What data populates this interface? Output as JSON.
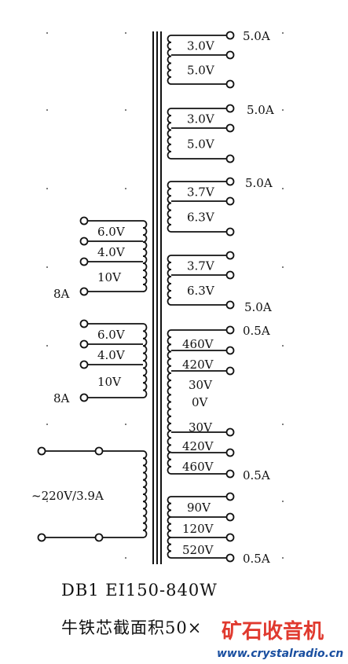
{
  "secondary_windings": [
    {
      "labels": [
        "3.0V",
        "5.0V"
      ],
      "current": "5.0A"
    },
    {
      "labels": [
        "3.0V",
        "5.0V"
      ],
      "current": "5.0A"
    },
    {
      "labels": [
        "3.7V",
        "6.3V"
      ],
      "current": "5.0A"
    },
    {
      "labels": [
        "3.7V",
        "6.3V"
      ],
      "current": "5.0A"
    },
    {
      "labels": [
        "460V",
        "420V",
        "30V"
      ],
      "current": "0.5A"
    },
    {
      "labels": [
        "0V"
      ]
    },
    {
      "labels": [
        "30V",
        "420V",
        "460V"
      ],
      "current": "0.5A"
    },
    {
      "labels": [
        "90V",
        "120V",
        "520V"
      ],
      "current": "0.5A"
    }
  ],
  "left_windings": [
    {
      "labels": [
        "6.0V",
        "4.0V",
        "10V"
      ],
      "current": "8A"
    },
    {
      "labels": [
        "6.0V",
        "4.0V",
        "10V"
      ],
      "current": "8A"
    }
  ],
  "primary": {
    "label": "~220V/3.9A"
  },
  "title": "DB1  EI150-840W",
  "subtitle": "牛铁芯截面积50×",
  "watermark": {
    "brand": "矿石收音机",
    "url": "www.crystalradio.cn",
    "brand_color": "#e03a2f",
    "url_color": "#1a4fa0"
  }
}
